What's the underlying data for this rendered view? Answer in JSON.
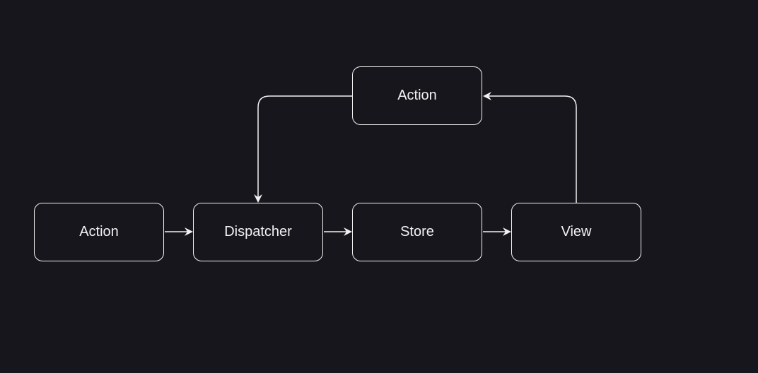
{
  "nodes": {
    "action_top": "Action",
    "action_left": "Action",
    "dispatcher": "Dispatcher",
    "store": "Store",
    "view": "View"
  },
  "edges": [
    {
      "from": "action_left",
      "to": "dispatcher"
    },
    {
      "from": "dispatcher",
      "to": "store"
    },
    {
      "from": "store",
      "to": "view"
    },
    {
      "from": "view",
      "to": "action_top"
    },
    {
      "from": "action_top",
      "to": "dispatcher"
    }
  ],
  "colors": {
    "background": "#18161d",
    "stroke": "#f2f2f2",
    "text": "#f2f2f2"
  }
}
